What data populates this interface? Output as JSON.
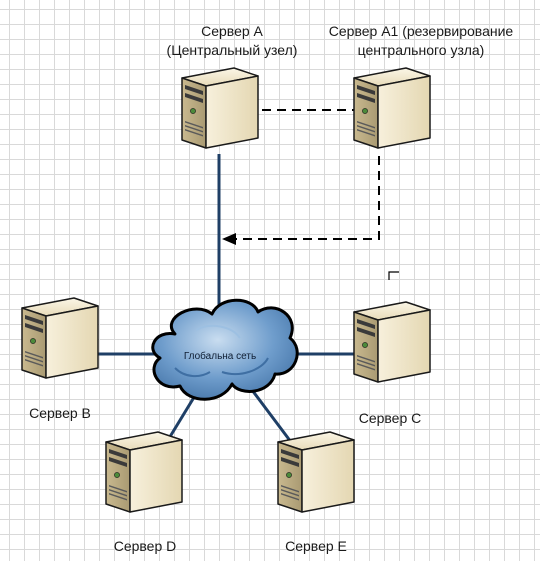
{
  "nodes": {
    "server_a": {
      "line1": "Сервер A",
      "line2": "(Центральный узел)"
    },
    "server_a1": {
      "line1": "Сервер A1 (резервирование",
      "line2": "центрального узла)"
    },
    "server_b": {
      "label": "Сервер B"
    },
    "server_c": {
      "label": "Сервер C"
    },
    "server_d": {
      "label": "Сервер D"
    },
    "server_e": {
      "label": "Сервер E"
    },
    "network": {
      "label": "Глобальна сеть"
    }
  },
  "colors": {
    "link": "#1f3f66",
    "backup_link": "#000000",
    "server_body": "#efe5c8",
    "server_edge": "#1a1a1a",
    "cloud_fill": "#6f9dcc",
    "grid": "#d9d9d9"
  },
  "icons": {
    "server": "tower-server-icon",
    "network": "cloud-icon"
  }
}
